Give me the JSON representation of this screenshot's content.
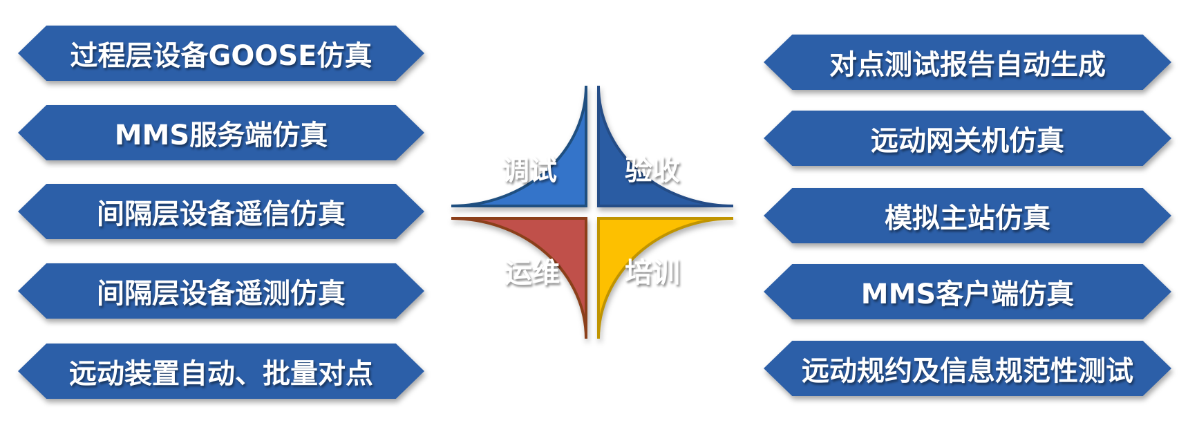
{
  "left_items": [
    "过程层设备GOOSE仿真",
    "MMS服务端仿真",
    "间隔层设备遥信仿真",
    "间隔层设备遥测仿真",
    "远动装置自动、批量对点"
  ],
  "right_items": [
    "对点测试报告自动生成",
    "远动网关机仿真",
    "模拟主站仿真",
    "MMS客户端仿真",
    "远动规约及信息规范性测试"
  ],
  "quadrants": [
    {
      "label": "调试",
      "color": "#3474c9",
      "stroke": "#1f4f80"
    },
    {
      "label": "验收",
      "color": "#2a5ca3",
      "stroke": "#244c86"
    },
    {
      "label": "运维",
      "color": "#c0504a",
      "stroke": "#8b3f1a"
    },
    {
      "label": "培训",
      "color": "#fdc000",
      "stroke": "#c09400"
    }
  ]
}
